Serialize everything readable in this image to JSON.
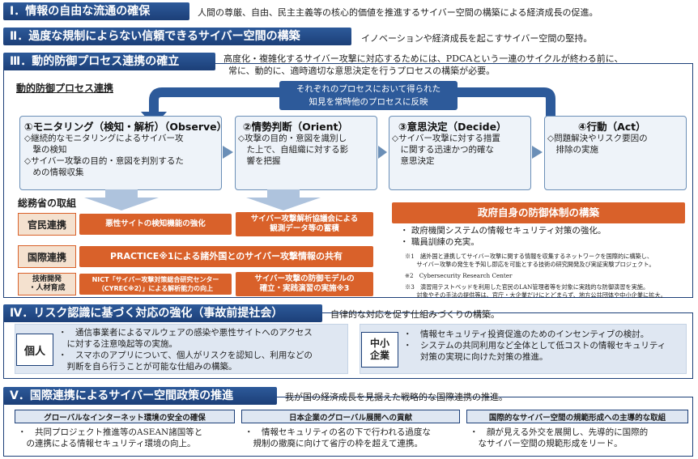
{
  "sec1": {
    "title": "Ⅰ．情報の自由な流通の確保",
    "desc": "人間の尊厳、自由、民主主義等の核心的価値を推進するサイバー空間の構築による経済成長の促進。"
  },
  "sec2": {
    "title": "Ⅱ．過度な規制によらない信頼できるサイバー空間の構築",
    "desc": "イノベーションや経済成長を起こすサイバー空間の堅持。"
  },
  "sec3": {
    "title": "Ⅲ．動的防御プロセス連携の確立",
    "desc1": "高度化・複雑化するサイバー攻撃に対応するためには、PDCAという一連のサイクルが終わる前に、",
    "desc2": "常に、動的に、適時適切な意思決定を行うプロセスの構築が必要。"
  },
  "process": {
    "label": "動的防御プロセス連携",
    "feedback1": "それぞれのプロセスにおいて得られた",
    "feedback2": "知見を常時他のプロセスに反映",
    "steps": [
      {
        "title": "①モニタリング（検知・解析）（Observe）",
        "lines": [
          "◇継続的なモニタリングによるサイバー攻",
          "　撃の検知",
          "◇サイバー攻撃の目的・意図を判別するた",
          "　めの情報収集"
        ]
      },
      {
        "title": "②情勢判断（Orient）",
        "lines": [
          "◇攻撃の目的・意図を識別し",
          "　た上で、自組織に対する影",
          "　響を把握"
        ]
      },
      {
        "title": "③意思決定（Decide）",
        "lines": [
          "◇サイバー攻撃に対する措置",
          "　に関する迅速かつ的確な",
          "　意思決定"
        ]
      },
      {
        "title": "④行動（Act）",
        "lines": [
          "◇問題解決やリスク要因の",
          "　排除の実施"
        ]
      }
    ]
  },
  "mic": {
    "label": "総務省の取組",
    "row1": {
      "tag": "官民連携",
      "a": "悪性サイトの検知機能の強化",
      "b1": "サイバー攻撃解析協議会による",
      "b2": "観測データ等の蓄積"
    },
    "row2": {
      "tag": "国際連携",
      "a": "PRACTICE※1による諸外国とのサイバー攻撃情報の共有"
    },
    "row3": {
      "tag1": "技術開発",
      "tag2": "・人材育成",
      "a1": "NICT「サイバー攻撃対策総合研究センター",
      "a2": "（CYREC※2）」による解析能力の向上",
      "b1": "サイバー攻撃の防御モデルの",
      "b2": "確立・実践演習の実施※3"
    }
  },
  "gov": {
    "title": "政府自身の防御体制の構築",
    "b1": "政府機関システムの情報セキュリティ対策の強化。",
    "b2": "職員訓練の充実。",
    "notes": [
      "※1　諸外国と連携してサイバー攻撃に関する情報を収集するネットワークを国際的に構築し、",
      "　　サイバー攻撃の発生を予知し即応を可能とする技術の研究開発及び実証実験プロジェクト。",
      "※2　Cybersecurity Research Center",
      "※3　演習用テストベッドを利用した官民のLAN管理者等を対象に実践的な防御演習を実施。",
      "　　対象やその手法の提供等は、官庁・大企業だけにとどまらず、地方公共団体や中小企業に拡大。"
    ]
  },
  "sec4": {
    "title": "Ⅳ．リスク認識に基づく対応の強化（事故前提社会）",
    "desc": "自律的な対応を促す仕組みづくりの構築。",
    "individual": {
      "tag": "個人",
      "b1a": "通信事業者によるマルウェアの感染や悪性サイトへのアクセス",
      "b1b": "に対する注意喚起等の実施。",
      "b2a": "スマホのアプリについて、個人がリスクを認知し、利用などの",
      "b2b": "判断を自ら行うことが可能な仕組みの構築。"
    },
    "sme": {
      "tag1": "中小",
      "tag2": "企業",
      "b1": "情報セキュリティ投資促進のためのインセンティブの検討。",
      "b2a": "システムの共同利用など全体として低コストの情報セキュリティ",
      "b2b": "対策の実現に向けた対策の推進。"
    }
  },
  "sec5": {
    "title": "Ⅴ．国際連携によるサイバー空間政策の推進",
    "desc": "我が国の経済成長を見据えた戦略的な国際連携の推進。",
    "cols": [
      {
        "head": "グローバルなインターネット環境の安全の確保",
        "l1": "共同プロジェクト推進等のASEAN諸国等と",
        "l2": "の連携による情報セキュリティ環境の向上。"
      },
      {
        "head": "日本企業のグローバル展開への貢献",
        "l1": "情報セキュリティの名の下で行われる過度な",
        "l2": "規制の撤廃に向けて省庁の枠を超えて連携。"
      },
      {
        "head": "国際的なサイバー空間の規範形成への主導的な取組",
        "l1": "顔が見える外交を展開し、先導的に国際的",
        "l2": "なサイバー空間の規範形成をリード。"
      }
    ]
  },
  "colors": {
    "navy": "#1c3f78",
    "orange": "#d9612a"
  }
}
